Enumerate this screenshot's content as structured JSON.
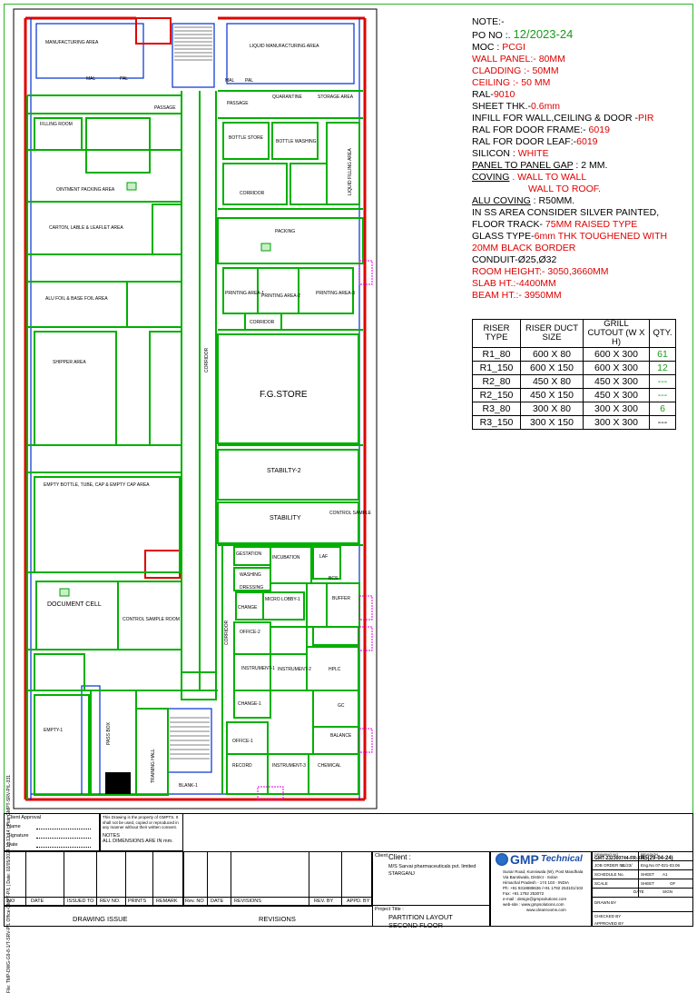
{
  "rooms": {
    "manufacturing_area": "MANUFACTURING AREA",
    "liquid_manufacturing_area": "LIQUID MANUFACTURING AREA",
    "mal_left": "MAL",
    "pal_left": "PAL",
    "mal_right": "MAL",
    "pal_right": "PAL",
    "passage_left": "PASSAGE",
    "passage_right": "PASSAGE",
    "quarantine": "QUARANTINE",
    "storage_area": "STORAGE AREA",
    "filling_room": "FILLING ROOM",
    "bottle_store": "BOTTLE STORE",
    "bottle_washing": "BOTTLE WASHING",
    "liquid_filling_area": "LIQUID FILLING AREA",
    "ointment_packing_area": "OINTMENT PACKING AREA",
    "corridor_right": "CORRIDOR",
    "carton_area": "CARTON, LABLE & LEAFLET AREA",
    "packing": "PACKING",
    "printing_area_1": "PRINTING AREA-1",
    "printing_area_2": "PRINTING AREA-2",
    "printing_area_3": "PRINTING AREA-3",
    "corridor_mid": "CORRIDOR",
    "alu_foil_area": "ALU FOIL & BASE FOIL AREA",
    "shipper_area": "SHIPPER AREA",
    "fg_store": "F.G.STORE",
    "stability_2": "STABILTY-2",
    "empty_bottle_area": "EMPTY BOTTLE, TUBE, CAP & EMPTY CAP AREA",
    "stability": "STABILITY",
    "control_sample": "CONTROL SAMPLE",
    "gestation": "GESTATION",
    "incubation": "INCUBATION",
    "laf": "LAF",
    "washing": "WASHING",
    "dressing": "DRESSING",
    "bcs": "BCS",
    "document_cell": "DOCUMENT CELL",
    "micro_lobby": "MICRO LOBBY-1",
    "buffer": "BUFFER",
    "change": "CHANGE",
    "control_sample_room": "CONTROL SAMPLE ROOM",
    "office_2": "OFFICE-2",
    "instrument_1": "INSTRUMENT-1",
    "instrument_2": "INSTRUMENT-2",
    "hplc": "HPLC",
    "empty_1": "EMPTY-1",
    "change_1": "CHANGE-1",
    "gc": "GC",
    "office_1": "OFFICE-1",
    "balance": "BALANCE",
    "record": "RECORD",
    "instrument_3": "INSTRUMENT-3",
    "chemical": "CHEMICAL",
    "pass_box": "PASS BOX",
    "training_hall": "TRAINING HALL",
    "blank_1": "BLANK-1",
    "lab_corridor": "CORRIDOR",
    "long_corridor": "CORRIDOR"
  },
  "notes": {
    "title": "NOTE:-",
    "po_label": "PO NO :.",
    "po_value": "12/2023-24",
    "moc_label": "MOC : ",
    "moc_value": "PCGI",
    "wall_panel": "WALL PANEL:- 80MM",
    "cladding": "CLADDING :- 50MM",
    "ceiling": "CEILING :- 50 MM",
    "ral_label": "RAL-",
    "ral_value": "9010",
    "sheet_label": "SHEET THK.-",
    "sheet_value": "0.6mm",
    "infill_label": "INFILL FOR WALL,CEILING & DOOR  -",
    "infill_value": "PIR",
    "ral_frame_label": "RAL FOR DOOR FRAME:- ",
    "ral_frame_value": "6019",
    "ral_leaf_label": "RAL FOR DOOR LEAF:-",
    "ral_leaf_value": "6019",
    "silicon_label": "SILICON : ",
    "silicon_value": "WHITE",
    "gap_label": "PANEL TO PANEL GAP",
    "gap_value": " : 2 MM.",
    "coving_label": "COVING",
    "coving_value_1": " . WALL TO WALL",
    "coving_value_2": "WALL TO ROOF.",
    "alu_coving_label": "ALU COVING",
    "alu_coving_value": " : R50MM.",
    "ss_area": "IN SS AREA CONSIDER SILVER PAINTED,",
    "floor_track_label": "FLOOR TRACK- ",
    "floor_track_value": "75MM RAISED TYPE",
    "glass_label": "GLASS TYPE-",
    "glass_value_1": "6mm THK TOUGHENED WITH",
    "glass_value_2": "20MM BLACK BORDER",
    "conduit": "CONDUIT-Ø25,Ø32",
    "room_height": "ROOM HEIGHT:- 3050,3660MM",
    "slab_ht": "SLAB HT.:-4400MM",
    "beam_ht": "BEAM HT.:- 3950MM"
  },
  "riser_table": {
    "headers": [
      "RISER TYPE",
      "RISER DUCT SIZE",
      "GRILL CUTOUT (W X H)",
      "QTY."
    ],
    "rows": [
      {
        "type": "R1_80",
        "duct": "600 X 80",
        "grill": "600 X 300",
        "qty": "61"
      },
      {
        "type": "R1_150",
        "duct": "600 X 150",
        "grill": "600 X 300",
        "qty": "12"
      },
      {
        "type": "R2_80",
        "duct": "450 X 80",
        "grill": "450 X 300",
        "qty": "---"
      },
      {
        "type": "R2_150",
        "duct": "450 X 150",
        "grill": "450 X 300",
        "qty": "---"
      },
      {
        "type": "R3_80",
        "duct": "300 X 80",
        "grill": "300 X 300",
        "qty": "6"
      },
      {
        "type": "R3_150",
        "duct": "300 X 150",
        "grill": "300 X 300",
        "qty": "---"
      }
    ],
    "qty_colors": [
      "#1a9a1a",
      "#1a9a1a",
      "#1a9a1a",
      "#1a9a1a",
      "#1a9a1a",
      "#000000"
    ]
  },
  "title_block": {
    "client_approval": "Client Approval",
    "name_label": "Name",
    "signature_label": "Signature",
    "date_label": "Date",
    "property_note": "This Drawing is the property of GMPTS. It shall not be used, copied or reproduced in any manner without their written consent.",
    "notes_label": "NOTES",
    "dims_note": "ALL DIMENSIONS ARE IN mm.",
    "issue_cols": [
      "NO",
      "DATE",
      "ISSUED TO",
      "REV NO.",
      "PRINTS",
      "REMARK"
    ],
    "rev_cols": [
      "Rev. NO",
      "DATE",
      "REVISIONS",
      "REV. BY",
      "APPD. BY"
    ],
    "drawing_issue": "DRAWING ISSUE",
    "revisions": "REVISIONS",
    "client_label": "Client :",
    "client_name": "M/S Sarvai pharmaceuticals pvt. limited",
    "client_location": "STARGANJ",
    "project_label": "Project Title :",
    "project_title_1": "PARTITION LAYOUT",
    "project_title_2": "SECOND FLOOR",
    "company": "GMP Technical Solutions",
    "company_short": "GMP",
    "company_tag": "Technical",
    "address_1": "Sunar Road, Kunniwala (W), Post Mandhala",
    "address_2": "Via Barotiwala, District - Solan",
    "address_3": "Himachal Pradesh - 174 103 - INDIA",
    "phone": "Ph: +91 9318888636 /+91 1792 253101/102",
    "fax": "Fax: +91 1792 253072",
    "email": "e-mail : design@gmpsolutions.com",
    "web": "web-site : www.gmpsolutions.com",
    "web2": "www.cleanrooms.com",
    "drawing_no_label": "DRAWING NO.",
    "drawing_no": "GMT-232300744-FR-331",
    "revision_label": "REVISION",
    "revision": "R5(29-04-24)",
    "job_order_label": "JOB ORDER No.",
    "job_order": "21/23/",
    "eng_no": "Eng.No 07-021-03.06",
    "schedule_label": "SCHEDULE No.",
    "sheet_label": "SHEET",
    "sheet_value": "A1",
    "scale_label": "SCALE",
    "sheet_of_label": "SHEET",
    "of_label": "OF",
    "date_label2": "DATE",
    "sign_label": "SIGN",
    "drawn_by": "DRAWN BY",
    "checked_by": "CHECKED BY",
    "approved_by": "APPROVED BY"
  },
  "side_text": "File: TMP-DWG-G9-8-1/T-SRV-P/L Office-GMPT-P/L | Date: 02/05/2024 12:12:14 | Plot: GMPT-SRV-P/L-331",
  "colors": {
    "wall_green": "#00b000",
    "outer_red": "#e00000",
    "blue": "#0030d0",
    "magenta": "#e000e0",
    "frame_green": "#2db52d"
  }
}
